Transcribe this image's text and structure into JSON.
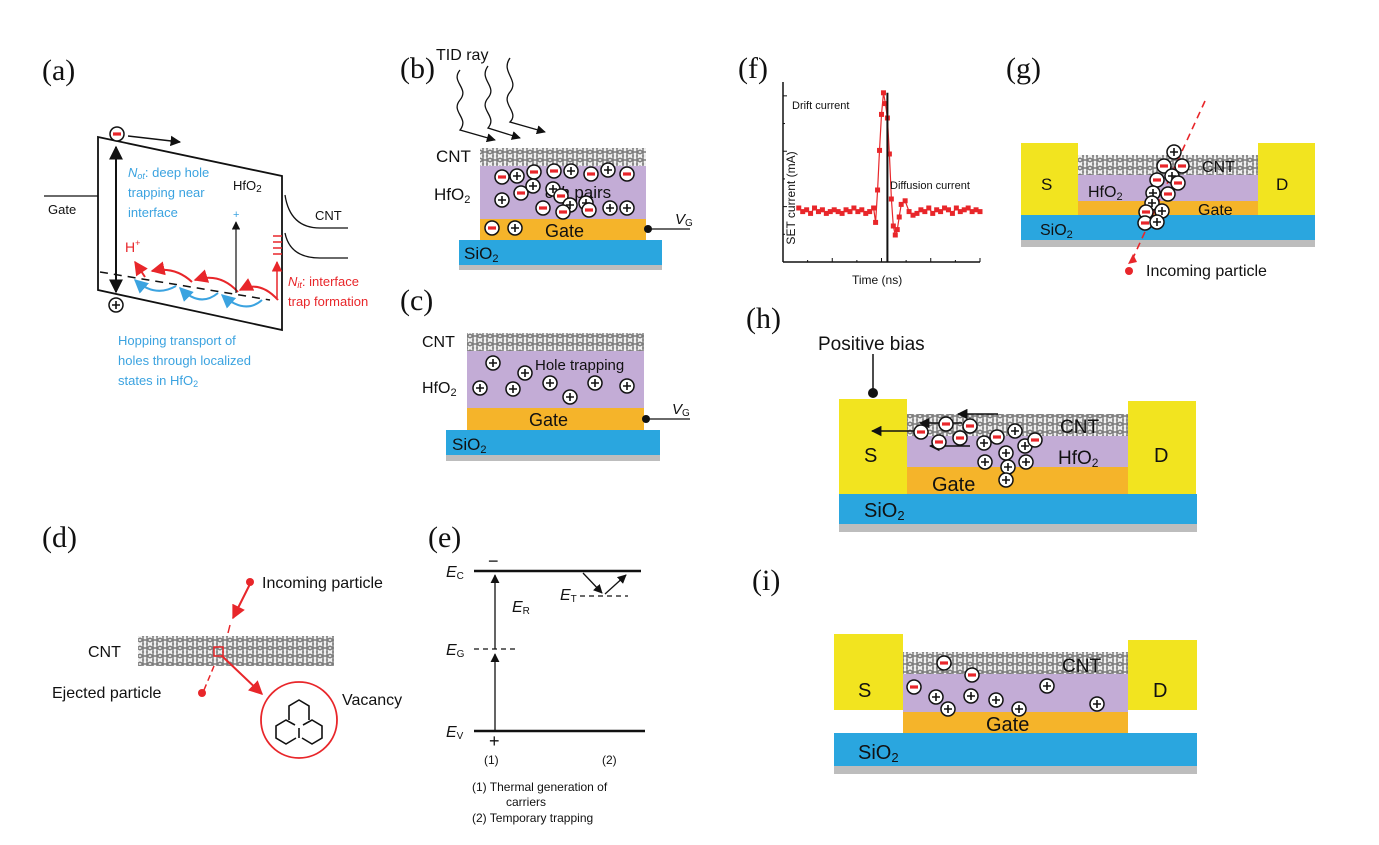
{
  "colors": {
    "cnt_gray": "#9a9a9a",
    "hfo2": "#c3acd6",
    "gate": "#f5b42a",
    "sio2": "#2aa6df",
    "substrate": "#bdbdbd",
    "contact": "#f2e41f",
    "red": "#e8262a",
    "blue": "#3ba3e0",
    "black": "#111111"
  },
  "panels": {
    "a": {
      "label": "(a)",
      "gate": "Gate",
      "hfo2": "HfO",
      "hfo2_sub": "2",
      "cnt": "CNT",
      "not_label": "N",
      "not_sub": "ot",
      "not_text_1": ": deep hole",
      "not_text_2": "trapping near",
      "not_text_3": "interface",
      "hplus": "H",
      "hplus_sup": "+",
      "nit_label": "N",
      "nit_sub": "it",
      "nit_text_1": ": interface",
      "nit_text_2": "trap formation",
      "hop_1": "Hopping transport of",
      "hop_2": "holes through localized",
      "hop_3": "states in HfO",
      "hop_3_sub": "2",
      "minus": "−",
      "plus": "+"
    },
    "b": {
      "label": "(b)",
      "ray": "TID ray",
      "cnt": "CNT",
      "hfo2": "HfO",
      "hfo2_sub": "2",
      "pairs_e": "e",
      "pairs_dash": "-",
      "pairs_h": "h",
      "pairs_rest": " pairs",
      "gate": "Gate",
      "sio2": "SiO",
      "sio2_sub": "2",
      "vg": "V",
      "vg_sub": "G"
    },
    "c": {
      "label": "(c)",
      "cnt": "CNT",
      "hfo2": "HfO",
      "hfo2_sub": "2",
      "trap": "Hole trapping",
      "gate": "Gate",
      "sio2": "SiO",
      "sio2_sub": "2",
      "vg": "V",
      "vg_sub": "G"
    },
    "d": {
      "label": "(d)",
      "incoming": "Incoming particle",
      "cnt": "CNT",
      "ejected": "Ejected particle",
      "vacancy": "Vacancy"
    },
    "e": {
      "label": "(e)",
      "ec": "E",
      "ec_sub": "C",
      "eg": "E",
      "eg_sub": "G",
      "ev": "E",
      "ev_sub": "V",
      "er": "E",
      "er_sub": "R",
      "et": "E",
      "et_sub": "T",
      "minus": "−",
      "plus": "+",
      "m1": "(1)",
      "m2": "(2)",
      "legend_1a": "(1)  Thermal generation of",
      "legend_1b": "carriers",
      "legend_2": "(2)  Temporary trapping"
    },
    "g": {
      "label": "(g)",
      "s": "S",
      "d": "D",
      "cnt": "CNT",
      "hfo2": "HfO",
      "hfo2_sub": "2",
      "gate": "Gate",
      "sio2": "SiO",
      "sio2_sub": "2",
      "incoming": "Incoming particle"
    },
    "h": {
      "label": "(h)",
      "bias": "Positive bias",
      "s": "S",
      "d": "D",
      "cnt": "CNT",
      "hfo2": "HfO",
      "hfo2_sub": "2",
      "gate": "Gate",
      "sio2": "SiO",
      "sio2_sub": "2"
    },
    "i": {
      "label": "(i)",
      "s": "S",
      "d": "D",
      "cnt": "CNT",
      "hfo2": "HfO",
      "hfo2_sub": "2",
      "gate": "Gate",
      "sio2": "SiO",
      "sio2_sub": "2"
    }
  },
  "chart_data": {
    "type": "scatter",
    "panel_label": "(f)",
    "title": "",
    "xlabel": "Time (ns)",
    "ylabel": "SET current (mA)",
    "annotations": [
      "Drift current",
      "Diffusion current"
    ],
    "x_tick_labels": [],
    "y_tick_labels": [],
    "xlim": [
      0,
      100
    ],
    "ylim": [
      0,
      100
    ],
    "series": [
      {
        "name": "SET current",
        "color": "#e8262a",
        "x": [
          8,
          10,
          12,
          14,
          16,
          18,
          20,
          22,
          24,
          26,
          28,
          30,
          32,
          34,
          36,
          38,
          40,
          42,
          44,
          46,
          47,
          48,
          49,
          50,
          51,
          52,
          53,
          54,
          55,
          56,
          57,
          58,
          59,
          60,
          62,
          64,
          66,
          68,
          70,
          72,
          74,
          76,
          78,
          80,
          82,
          84,
          86,
          88,
          90,
          92,
          94,
          96,
          98,
          100
        ],
        "y": [
          30,
          28,
          29,
          27,
          30,
          28,
          29,
          27,
          28,
          29,
          28,
          27,
          29,
          28,
          30,
          28,
          29,
          27,
          28,
          30,
          22,
          40,
          62,
          82,
          94,
          88,
          80,
          60,
          35,
          20,
          15,
          18,
          25,
          32,
          34,
          28,
          26,
          27,
          29,
          28,
          30,
          27,
          29,
          28,
          30,
          29,
          27,
          30,
          28,
          29,
          30,
          28,
          29,
          28
        ]
      }
    ],
    "marker_line_x": 53
  }
}
